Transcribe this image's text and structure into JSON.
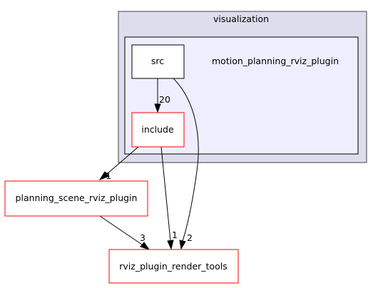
{
  "clusters": {
    "outer": {
      "label": "visualization",
      "fill": "#dddded",
      "stroke": "#3f3f47"
    },
    "inner": {
      "label": "motion_planning_rviz_plugin",
      "fill": "#eeeeff",
      "stroke": "#000000"
    }
  },
  "nodes": {
    "src": {
      "label": "src",
      "stroke": "#000000",
      "fill": "#ffffff"
    },
    "include": {
      "label": "include",
      "stroke": "#ff0000",
      "fill": "#ffffff"
    },
    "planning_scene": {
      "label": "planning_scene_rviz_plugin",
      "stroke": "#ff0000",
      "fill": "#ffffff"
    },
    "render_tools": {
      "label": "rviz_plugin_render_tools",
      "stroke": "#ff0000",
      "fill": "#ffffff"
    }
  },
  "edges": {
    "src_include": {
      "label": "20"
    },
    "src_render": {
      "label": "2"
    },
    "include_planning": {
      "label": "1"
    },
    "include_render": {
      "label": "1"
    },
    "planning_render": {
      "label": "3"
    }
  }
}
